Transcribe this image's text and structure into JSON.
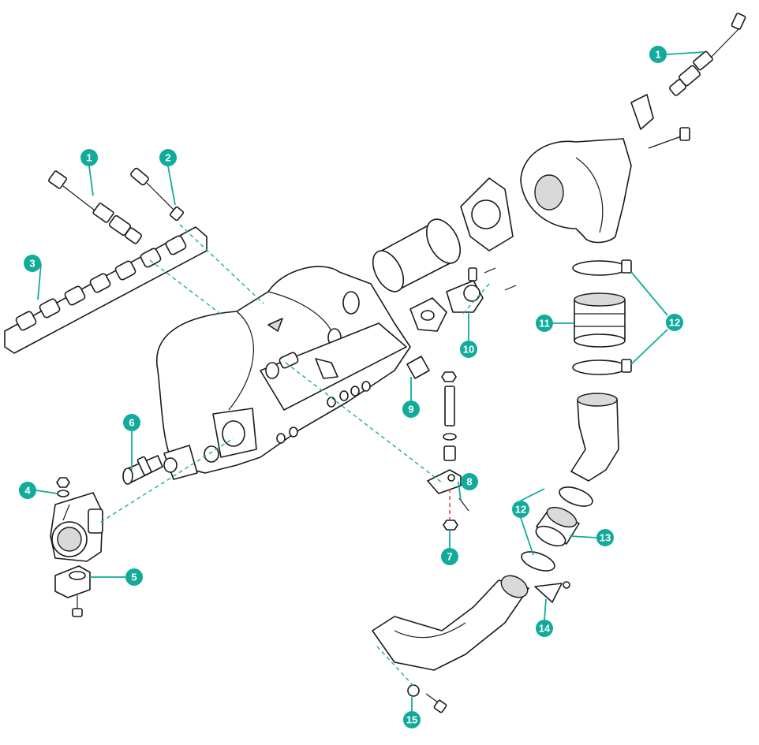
{
  "colors": {
    "callout": "#11ab9c",
    "leader": "#11ab9c",
    "guide_dashed": "#22a99a",
    "guide_dashed_alt": "#d6334a",
    "outline": "#1a1a1a"
  },
  "callouts": [
    {
      "id": "c1a",
      "label": "1"
    },
    {
      "id": "c1b",
      "label": "1"
    },
    {
      "id": "c2",
      "label": "2"
    },
    {
      "id": "c3",
      "label": "3"
    },
    {
      "id": "c4",
      "label": "4"
    },
    {
      "id": "c5",
      "label": "5"
    },
    {
      "id": "c6",
      "label": "6"
    },
    {
      "id": "c7",
      "label": "7"
    },
    {
      "id": "c8",
      "label": "8"
    },
    {
      "id": "c9",
      "label": "9"
    },
    {
      "id": "c10",
      "label": "10"
    },
    {
      "id": "c11",
      "label": "11"
    },
    {
      "id": "c12a",
      "label": "12"
    },
    {
      "id": "c12b",
      "label": "12"
    },
    {
      "id": "c13",
      "label": "13"
    },
    {
      "id": "c14",
      "label": "14"
    },
    {
      "id": "c15",
      "label": "15"
    }
  ]
}
